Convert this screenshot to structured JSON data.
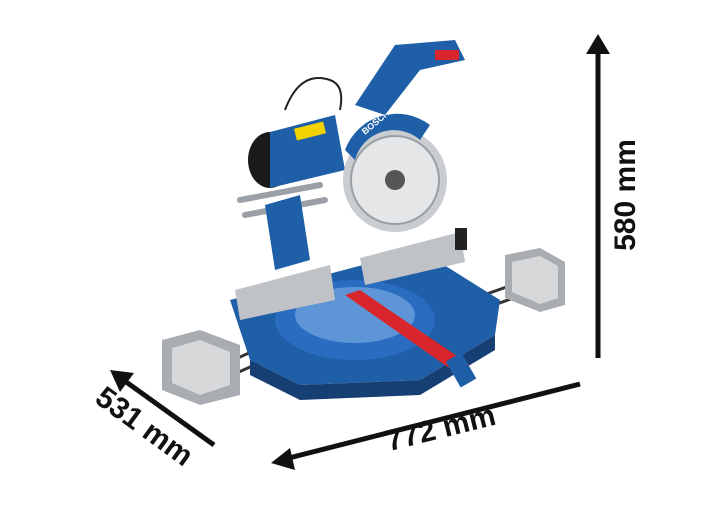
{
  "product": {
    "brand_on_blade": "BOSCH",
    "colors": {
      "body": "#1f5fa8",
      "accent_red": "#d9262c",
      "metal": "#b8bcc0",
      "motor": "#1a1a1a"
    }
  },
  "dimensions": {
    "height": "580 mm",
    "depth": "531 mm",
    "width": "772 mm"
  }
}
